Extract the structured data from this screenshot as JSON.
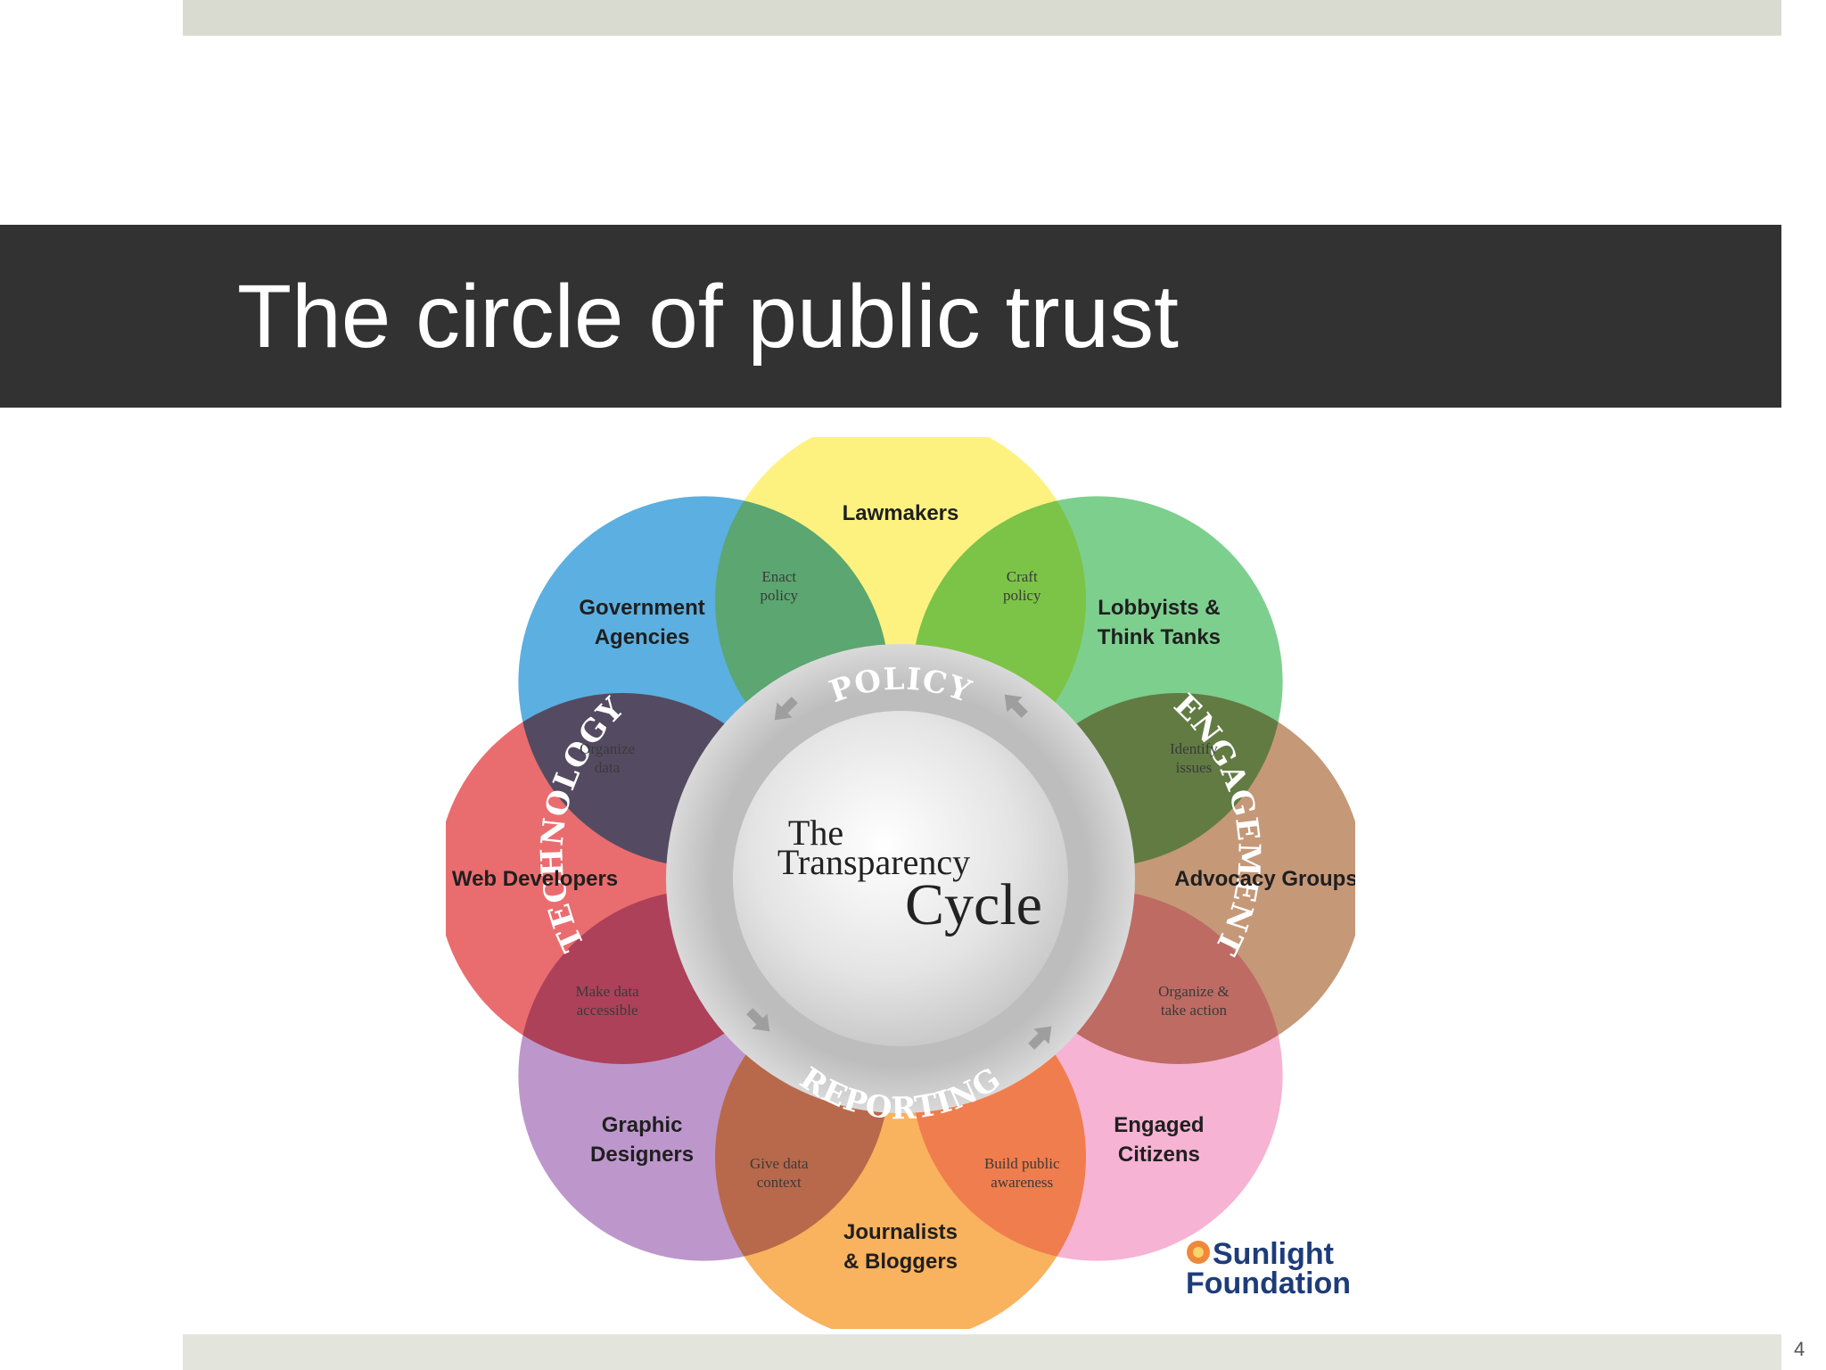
{
  "slide": {
    "title": "The circle of public trust",
    "page_number": "4"
  },
  "diagram": {
    "center": {
      "line1": "The",
      "line2": "Transparency",
      "line3": "Cycle"
    },
    "ring_words": [
      "POLICY",
      "ENGAGEMENT",
      "REPORTING",
      "TECHNOLOGY"
    ],
    "groups": [
      {
        "name": "lawmakers",
        "line1": "Lawmakers",
        "line2": "",
        "color": "#fdf06a"
      },
      {
        "name": "lobbyists",
        "line1": "Lobbyists &",
        "line2": "Think Tanks",
        "color": "#66c77a"
      },
      {
        "name": "advocacy",
        "line1": "Advocacy Groups",
        "line2": "",
        "color": "#bb8660"
      },
      {
        "name": "citizens",
        "line1": "Engaged",
        "line2": "Citizens",
        "color": "#f5a6cb"
      },
      {
        "name": "journalists",
        "line1": "Journalists",
        "line2": "& Bloggers",
        "color": "#f8a441"
      },
      {
        "name": "designers",
        "line1": "Graphic",
        "line2": "Designers",
        "color": "#b185c3"
      },
      {
        "name": "webdevs",
        "line1": "Web Developers",
        "line2": "",
        "color": "#e55456"
      },
      {
        "name": "agencies",
        "line1": "Government",
        "line2": "Agencies",
        "color": "#3fa1dc"
      }
    ],
    "actions": [
      {
        "line1": "Craft",
        "line2": "policy"
      },
      {
        "line1": "Identify",
        "line2": "issues"
      },
      {
        "line1": "Organize &",
        "line2": "take action"
      },
      {
        "line1": "Build public",
        "line2": "awareness"
      },
      {
        "line1": "Give data",
        "line2": "context"
      },
      {
        "line1": "Make data",
        "line2": "accessible"
      },
      {
        "line1": "Organize",
        "line2": "data"
      },
      {
        "line1": "Enact",
        "line2": "policy"
      }
    ]
  },
  "logo": {
    "line1": "Sunlight",
    "line2": "Foundation"
  }
}
